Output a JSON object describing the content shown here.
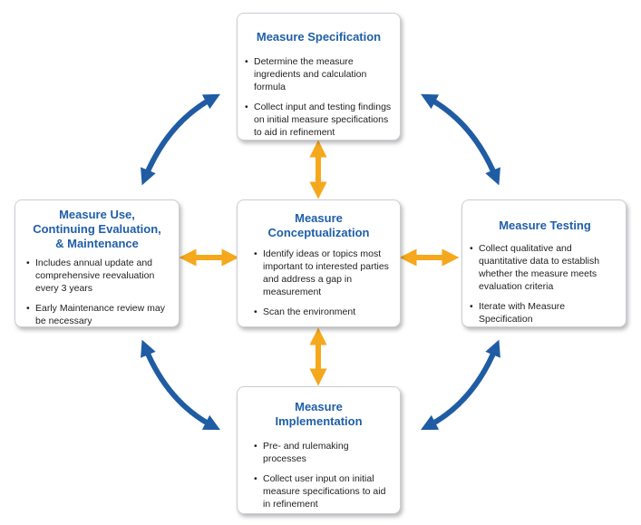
{
  "colors": {
    "title": "#1f5fa8",
    "blue_arrow": "#1f5ca3",
    "orange_arrow": "#f5a81c"
  },
  "cards": {
    "spec": {
      "title": "Measure Specification",
      "bullets": [
        "Determine the measure ingredients and calculation formula",
        "Collect input and testing findings on initial measure specifications to aid in refinement"
      ]
    },
    "concept": {
      "title": "Measure Conceptualization",
      "bullets": [
        "Identify ideas or topics most important to interested parties and address a gap in measurement",
        "Scan the environment"
      ]
    },
    "use": {
      "title": "Measure Use, Continuing Evaluation, & Maintenance",
      "bullets": [
        "Includes annual update and comprehensive reevaluation every 3 years",
        "Early Maintenance review may be necessary"
      ]
    },
    "testing": {
      "title": "Measure Testing",
      "bullets": [
        "Collect qualitative and quantitative data to establish whether the measure meets evaluation criteria",
        "Iterate with Measure Specification"
      ]
    },
    "impl": {
      "title": "Measure Implementation",
      "bullets": [
        "Pre- and rulemaking processes",
        "Collect user input on initial measure specifications to aid in refinement"
      ]
    }
  }
}
